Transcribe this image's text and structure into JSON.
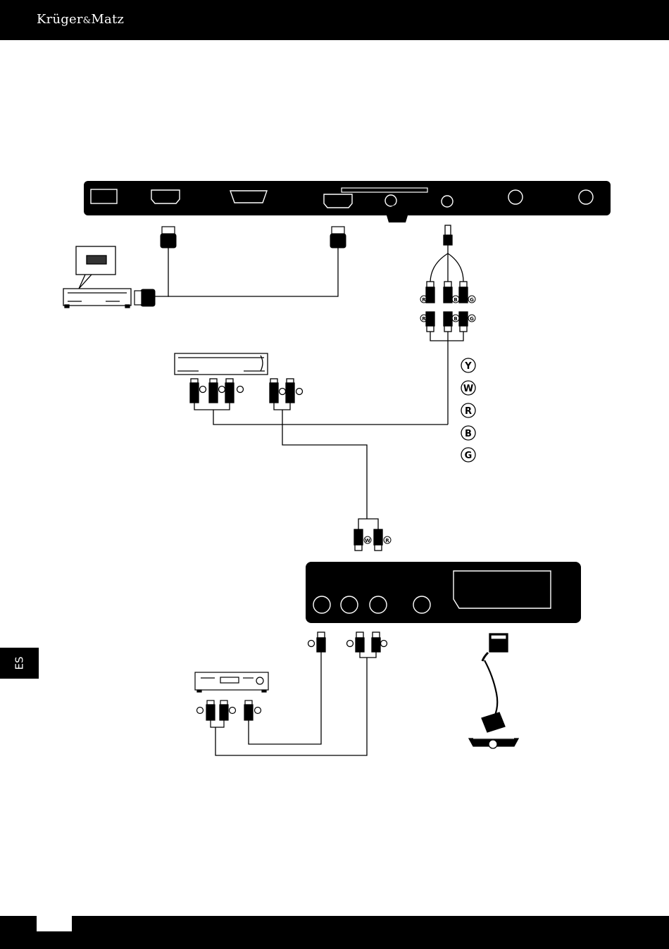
{
  "header": {
    "brand_main": "Krüger",
    "brand_amp": "&",
    "brand_tail": "Matz"
  },
  "sidebar_tab": {
    "label": "ES"
  },
  "color_legend": {
    "items": [
      "Y",
      "W",
      "R",
      "B",
      "G"
    ]
  },
  "connector_labels": {
    "component_out": [
      "R",
      "B",
      "G"
    ],
    "component_in": [
      "R",
      "B",
      "G"
    ],
    "audio_in": [
      "W",
      "R"
    ]
  },
  "colors": {
    "bar": "#000000",
    "line": "#000000",
    "background": "#ffffff"
  }
}
